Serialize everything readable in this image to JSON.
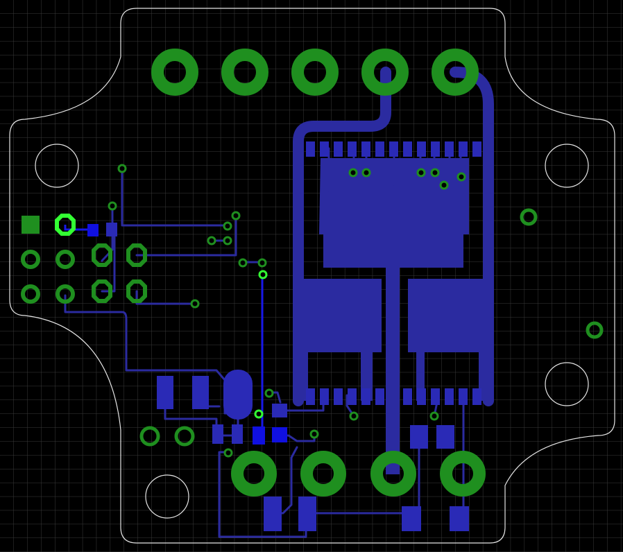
{
  "view": "pcb-layout",
  "colors": {
    "background": "#000000",
    "grid": "#3a3a3a",
    "outline": "#e6e6e6",
    "copper_bottom": "#2b2ba0",
    "smd_pad": "#2a2ab6",
    "smd_pad_highlight": "#1010e0",
    "through_hole": "#1f8f1f",
    "through_hole_highlight": "#33ff33",
    "drill": "#000000"
  },
  "layers": [
    "board-outline",
    "bottom-copper",
    "bottom-pads",
    "through-hole-pads",
    "vias",
    "mounting-holes"
  ]
}
